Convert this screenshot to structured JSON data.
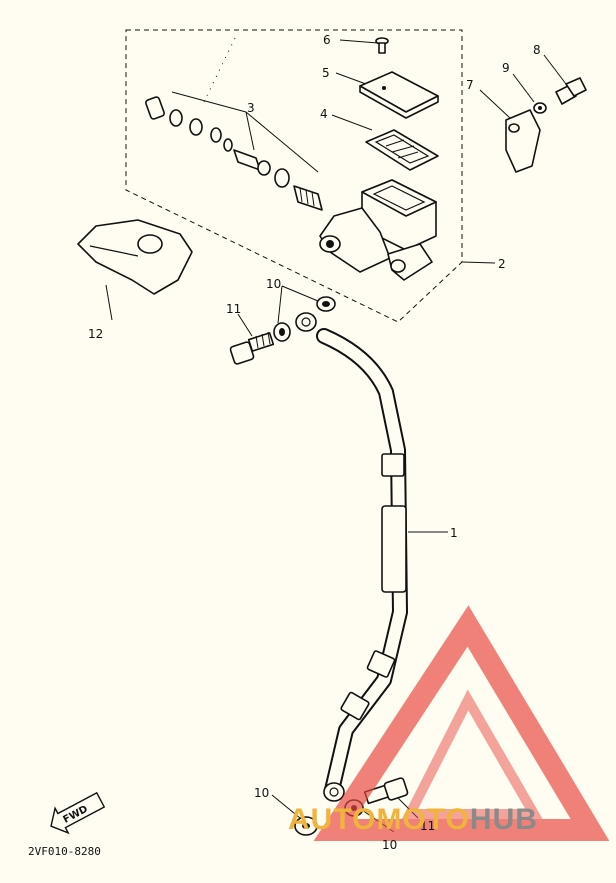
{
  "callouts": [
    {
      "id": "1",
      "text": "1"
    },
    {
      "id": "2",
      "text": "2"
    },
    {
      "id": "3",
      "text": "3"
    },
    {
      "id": "4",
      "text": "4"
    },
    {
      "id": "5",
      "text": "5"
    },
    {
      "id": "6",
      "text": "6"
    },
    {
      "id": "7",
      "text": "7"
    },
    {
      "id": "8",
      "text": "8"
    },
    {
      "id": "9",
      "text": "9"
    },
    {
      "id": "10a",
      "text": "10"
    },
    {
      "id": "10b",
      "text": "10"
    },
    {
      "id": "10c",
      "text": "10"
    },
    {
      "id": "11a",
      "text": "11"
    },
    {
      "id": "11b",
      "text": "11"
    },
    {
      "id": "12",
      "text": "12"
    }
  ],
  "fwd_label": "FWD",
  "diagram_code": "2VF010-8280",
  "watermark": {
    "part1": "AUTO",
    "part2": "MOTO",
    "part3": "HUB",
    "color_gold": "#f0b43a",
    "color_grey": "#8a8a8a",
    "color_red": "#e8473f"
  }
}
